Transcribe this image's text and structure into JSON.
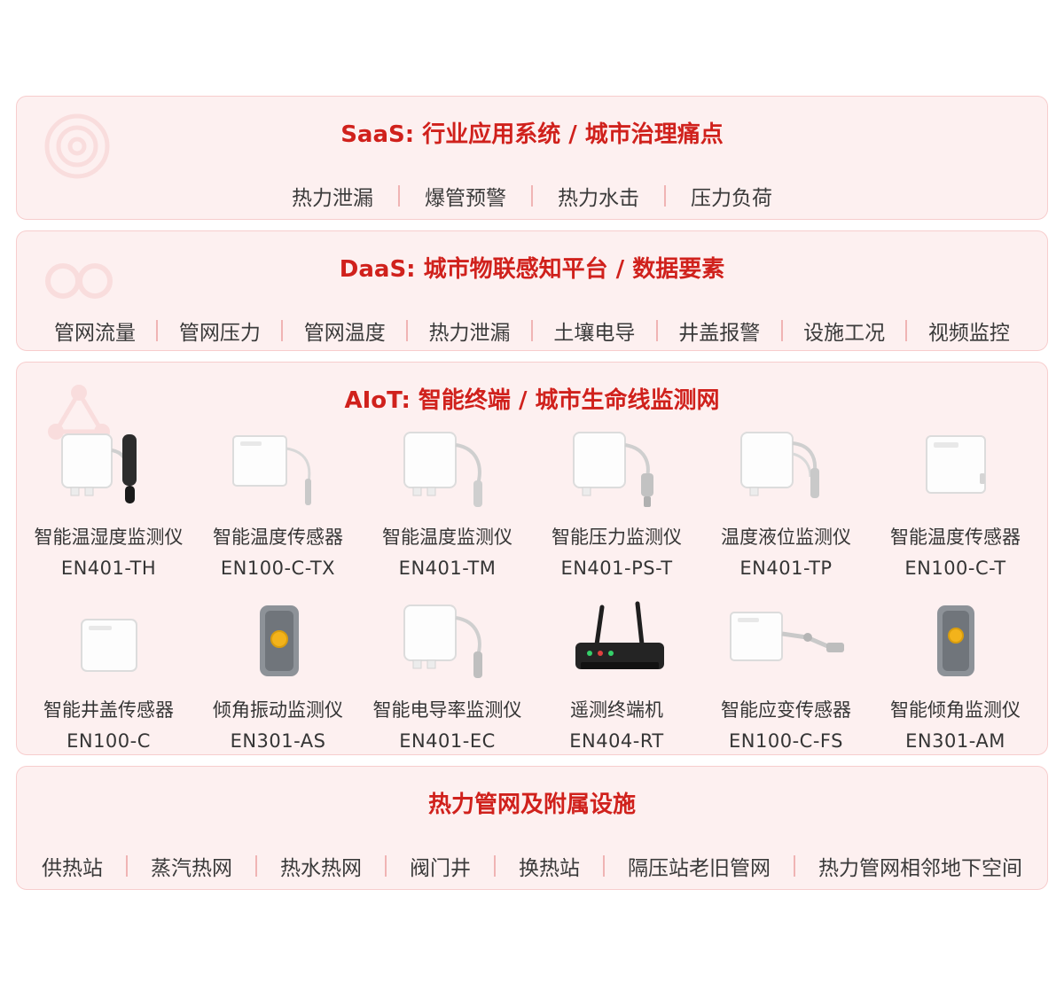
{
  "sections": {
    "saas": {
      "title": "SaaS: 行业应用系统 / 城市治理痛点",
      "items": [
        "热力泄漏",
        "爆管预警",
        "热力水击",
        "压力负荷"
      ]
    },
    "daas": {
      "title": "DaaS: 城市物联感知平台 / 数据要素",
      "items": [
        "管网流量",
        "管网压力",
        "管网温度",
        "热力泄漏",
        "土壤电导",
        "井盖报警",
        "设施工况",
        "视频监控"
      ]
    },
    "aiot": {
      "title": "AIoT: 智能终端 / 城市生命线监测网",
      "products": [
        {
          "name": "智能温湿度监测仪",
          "model": "EN401-TH"
        },
        {
          "name": "智能温度传感器",
          "model": "EN100-C-TX"
        },
        {
          "name": "智能温度监测仪",
          "model": "EN401-TM"
        },
        {
          "name": "智能压力监测仪",
          "model": "EN401-PS-T"
        },
        {
          "name": "温度液位监测仪",
          "model": "EN401-TP"
        },
        {
          "name": "智能温度传感器",
          "model": "EN100-C-T"
        },
        {
          "name": "智能井盖传感器",
          "model": "EN100-C"
        },
        {
          "name": "倾角振动监测仪",
          "model": "EN301-AS"
        },
        {
          "name": "智能电导率监测仪",
          "model": "EN401-EC"
        },
        {
          "name": "遥测终端机",
          "model": "EN404-RT"
        },
        {
          "name": "智能应变传感器",
          "model": "EN100-C-FS"
        },
        {
          "name": "智能倾角监测仪",
          "model": "EN301-AM"
        }
      ]
    },
    "facilities": {
      "title": "热力管网及附属设施",
      "items": [
        "供热站",
        "蒸汽热网",
        "热水热网",
        "阀门井",
        "换热站",
        "隔压站老旧管网",
        "热力管网相邻地下空间"
      ]
    }
  },
  "colors": {
    "accent_red": "#d0211c",
    "panel_bg": "#fdf0f0",
    "panel_border": "#f7cdcd",
    "text": "#3a3a3a",
    "separator": "#f0b4b4"
  }
}
